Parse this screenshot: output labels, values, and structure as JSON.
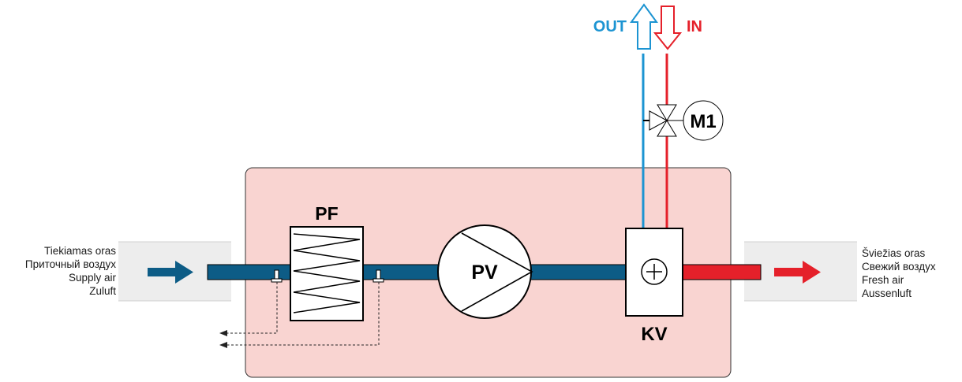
{
  "labels": {
    "pf": "PF",
    "pv": "PV",
    "kv": "KV",
    "m1": "M1",
    "out": "OUT",
    "in": "IN"
  },
  "supply_air": [
    "Tiekiamas oras",
    "Приточный воздух",
    "Supply air",
    "Zuluft"
  ],
  "fresh_air": [
    "Šviežias oras",
    "Свежий воздух",
    "Fresh air",
    "Aussenluft"
  ],
  "colors": {
    "housing": "#f9d4d1",
    "duct_blue": "#0d5c86",
    "duct_red": "#e5202a",
    "out_blue": "#1c94d2",
    "in_red": "#e5202a",
    "duct_sleeve": "#ededed"
  }
}
